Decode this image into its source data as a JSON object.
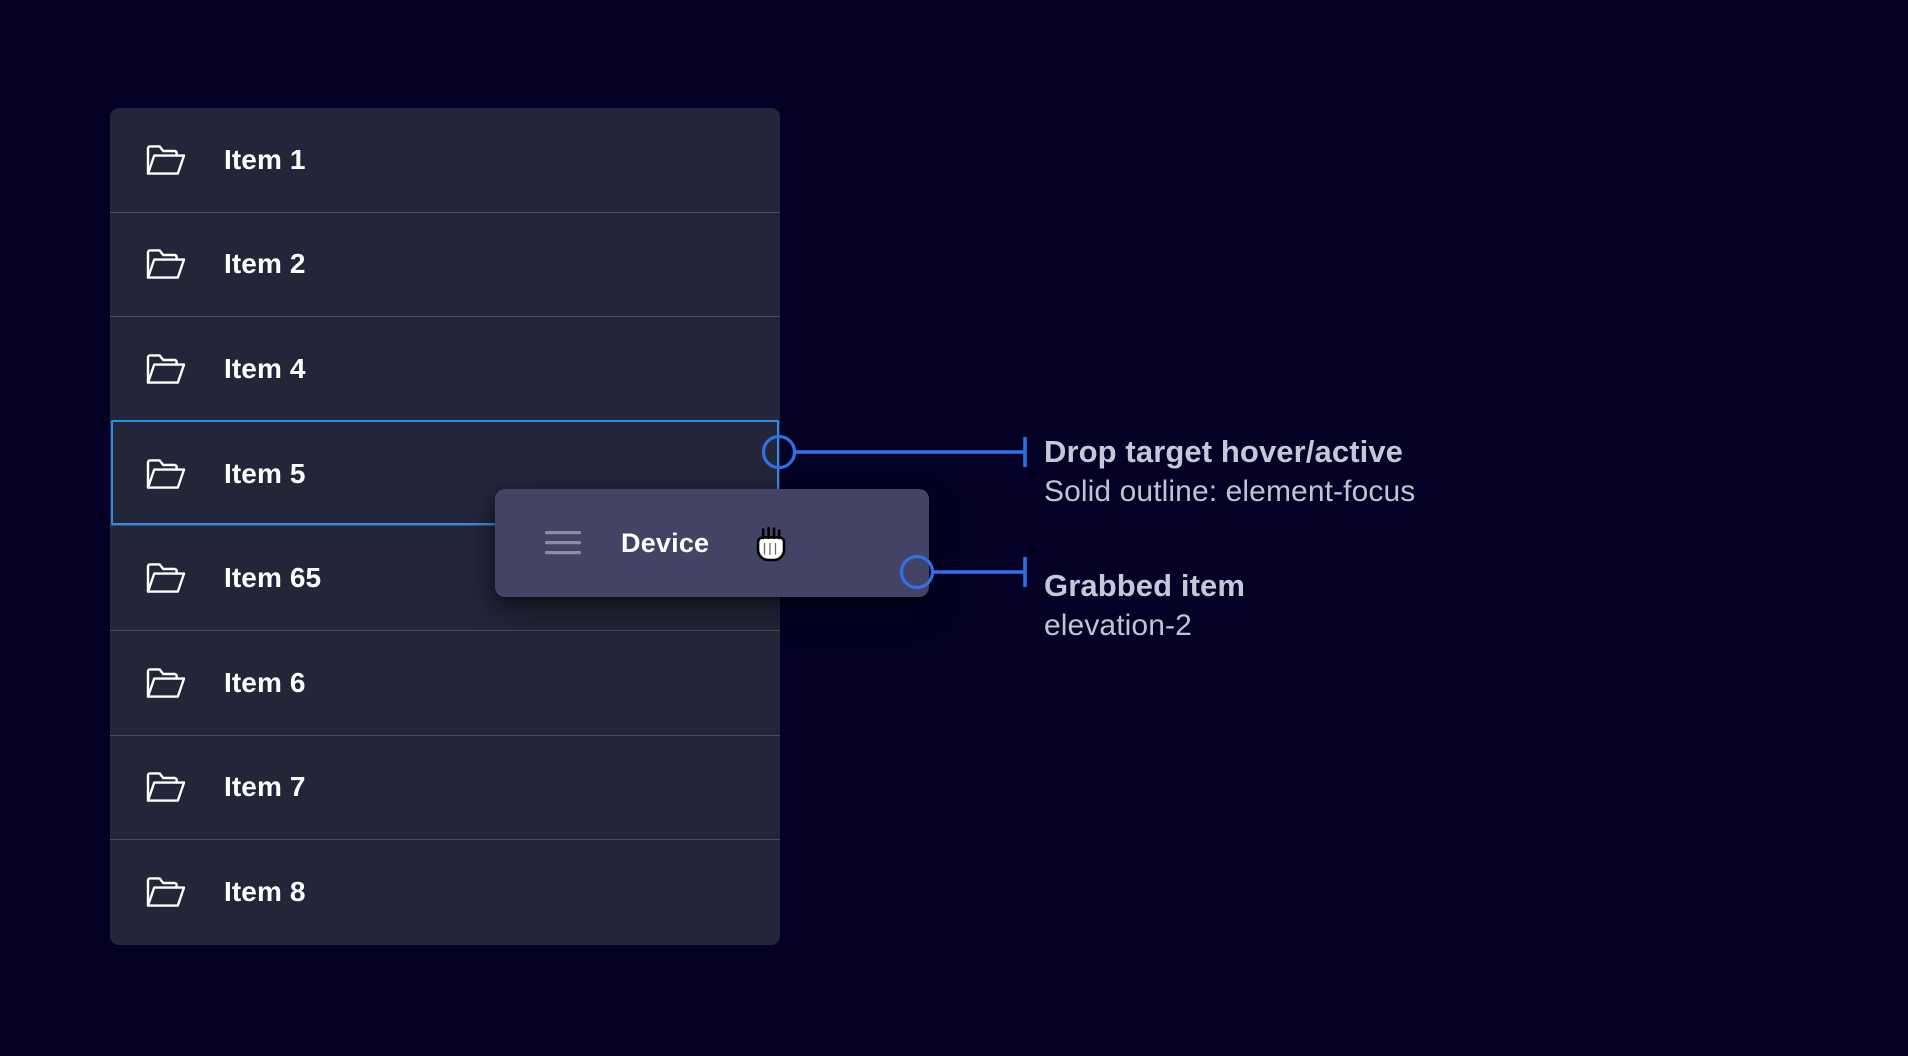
{
  "theme": {
    "page_background": "#040026",
    "panel_background": "#232539",
    "row_divider": "#494b61",
    "focus_outline": "#2b8fe8",
    "connector_blue": "#2f70e8",
    "card_background": "#434465",
    "label_text": "#ffffff",
    "annotation_title_text": "#c5c8d6",
    "annotation_sub_text": "#c0c3d1",
    "handle_icon": "#8c8da3"
  },
  "list": {
    "name": "draggable-folder-list",
    "items": [
      {
        "label": "Item 1",
        "icon": "folder-open-icon",
        "state": "default"
      },
      {
        "label": "Item 2",
        "icon": "folder-open-icon",
        "state": "default"
      },
      {
        "label": "Item 4",
        "icon": "folder-open-icon",
        "state": "default"
      },
      {
        "label": "Item 5",
        "icon": "folder-open-icon",
        "state": "drop-target-hover-active"
      },
      {
        "label": "Item 65",
        "icon": "folder-open-icon",
        "state": "default"
      },
      {
        "label": "Item 6",
        "icon": "folder-open-icon",
        "state": "default"
      },
      {
        "label": "Item 7",
        "icon": "folder-open-icon",
        "state": "default"
      },
      {
        "label": "Item 8",
        "icon": "folder-open-icon",
        "state": "default"
      }
    ]
  },
  "grabbed_card": {
    "label": "Device",
    "handle_icon": "drag-handle-icon",
    "cursor": "grabbing-hand-cursor",
    "elevation": "elevation-2"
  },
  "annotations": [
    {
      "id": "drop-target",
      "title": "Drop target hover/active",
      "subtitle": "Solid outline: element-focus",
      "marker": "circle-outline",
      "connector": "line-with-end-tick"
    },
    {
      "id": "grabbed-item",
      "title": "Grabbed item",
      "subtitle": "elevation-2",
      "marker": "circle-outline",
      "connector": "line-with-end-tick"
    }
  ]
}
